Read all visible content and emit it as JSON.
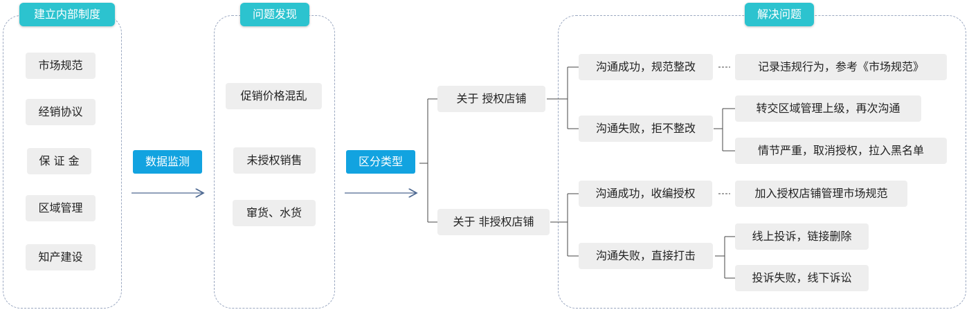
{
  "col1": {
    "header": "建立内部制度",
    "items": [
      "市场规范",
      "经销协议",
      "保 证 金",
      "区域管理",
      "知产建设"
    ]
  },
  "action1": "数据监测",
  "col2": {
    "header": "问题发现",
    "items": [
      "促销价格混乱",
      "未授权销售",
      "窜货、水货"
    ]
  },
  "action2": "区分类型",
  "types": {
    "authorized": "关于 授权店铺",
    "unauthorized": "关于 非授权店铺"
  },
  "col3": {
    "header": "解决问题",
    "a_success": "沟通成功，规范整改",
    "a_success_result": "记录违规行为，参考《市场规范》",
    "a_fail": "沟通失败，拒不整改",
    "a_fail_results": [
      "转交区域管理上级，再次沟通",
      "情节严重，取消授权，拉入黑名单"
    ],
    "b_success": "沟通成功，收编授权",
    "b_success_result": "加入授权店铺管理市场规范",
    "b_fail": "沟通失败，直接打击",
    "b_fail_results": [
      "线上投诉，链接删除",
      "投诉失败，线下诉讼"
    ]
  }
}
